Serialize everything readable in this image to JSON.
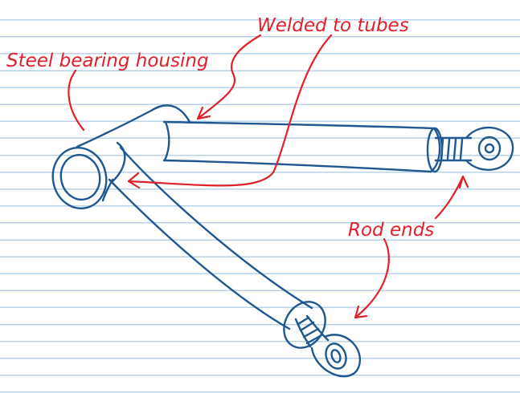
{
  "labels": {
    "welded": "Welded to tubes",
    "housing": "Steel bearing housing",
    "rod_ends": "Rod ends"
  },
  "colors": {
    "ink": "#1f5791",
    "annotation": "#e0202a",
    "ruling": "#b9d3ea",
    "paper": "#ffffff"
  }
}
